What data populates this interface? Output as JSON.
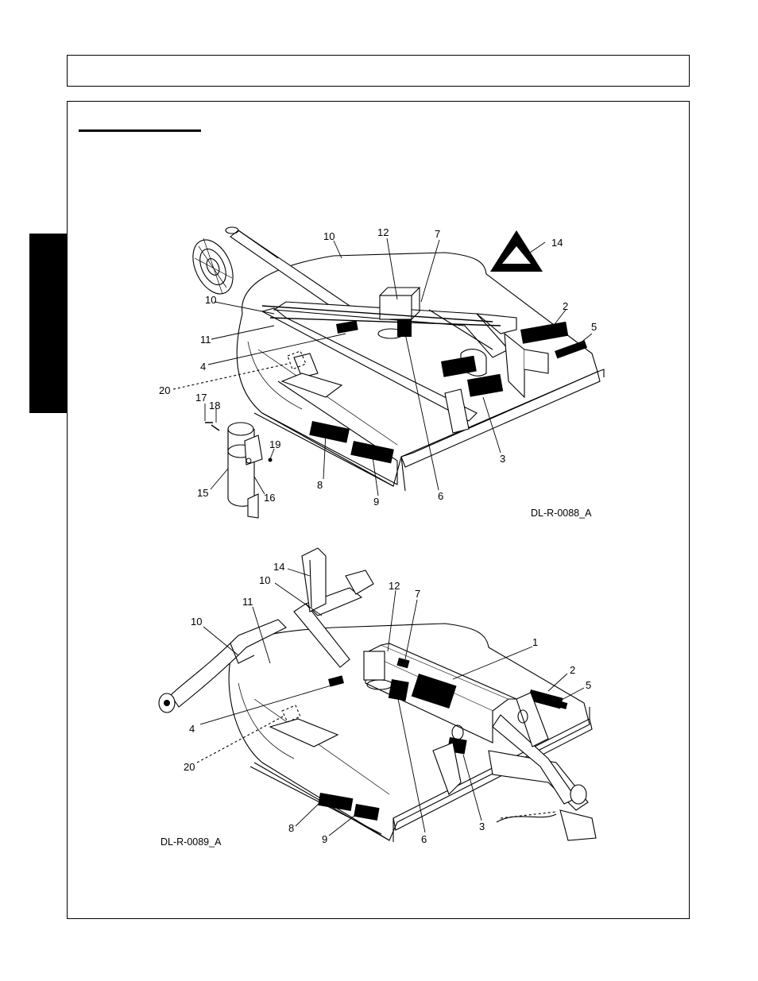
{
  "page": {
    "header_text": "",
    "section_title": ""
  },
  "figures": [
    {
      "id": "DL-R-0088_A",
      "callouts": [
        "10",
        "12",
        "7",
        "14",
        "10",
        "11",
        "4",
        "20",
        "2",
        "5",
        "17",
        "18",
        "19",
        "15",
        "16",
        "8",
        "9",
        "6",
        "3"
      ]
    },
    {
      "id": "DL-R-0089_A",
      "callouts": [
        "14",
        "10",
        "12",
        "7",
        "10",
        "11",
        "1",
        "2",
        "5",
        "4",
        "20",
        "3",
        "8",
        "9",
        "6"
      ]
    }
  ]
}
